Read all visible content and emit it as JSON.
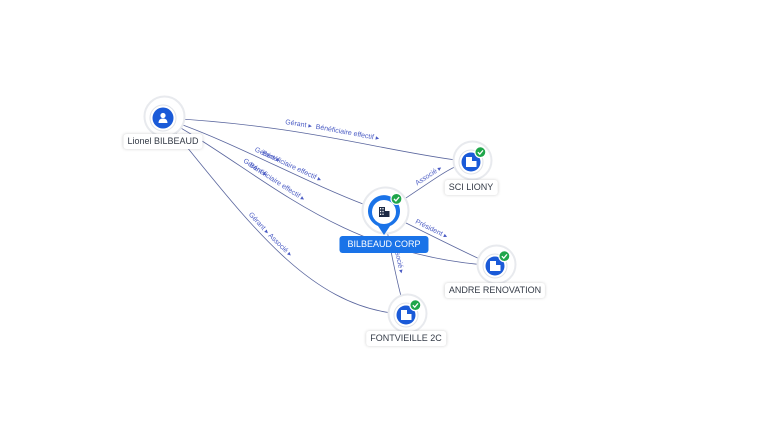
{
  "colors": {
    "edge": "#3c4a8c",
    "edge_label": "#4b5cc4",
    "node_blue": "#1a5ad8",
    "central_blue": "#1a73e8",
    "check_green": "#1fa64a",
    "halo": "#e8eaee"
  },
  "nodes": [
    {
      "id": "lionel",
      "label": "Lionel BILBEAUD",
      "kind": "person",
      "icon": "person-icon",
      "verified": false,
      "central": false
    },
    {
      "id": "bilbeaud",
      "label": "BILBEAUD CORP",
      "kind": "company",
      "icon": "building-icon",
      "verified": true,
      "central": true
    },
    {
      "id": "sciliony",
      "label": "SCI LIONY",
      "kind": "company",
      "icon": "building-icon",
      "verified": true,
      "central": false
    },
    {
      "id": "andre",
      "label": "ANDRE RENOVATION",
      "kind": "company",
      "icon": "building-icon",
      "verified": true,
      "central": false
    },
    {
      "id": "font",
      "label": "FONTVIEILLE 2C",
      "kind": "company",
      "icon": "building-icon",
      "verified": true,
      "central": false
    }
  ],
  "edges": [
    {
      "from": "lionel",
      "to": "sciliony",
      "labels": [
        "Gérant",
        "Bénéficiaire effectif"
      ]
    },
    {
      "from": "lionel",
      "to": "bilbeaud",
      "labels": [
        "Gérant",
        "Bénéficiaire effectif"
      ]
    },
    {
      "from": "lionel",
      "to": "andre",
      "labels": [
        "Gérant",
        "Bénéficiaire effectif"
      ]
    },
    {
      "from": "lionel",
      "to": "font",
      "labels": [
        "Gérant",
        "Associé"
      ]
    },
    {
      "from": "bilbeaud",
      "to": "sciliony",
      "labels": [
        "Associé"
      ]
    },
    {
      "from": "bilbeaud",
      "to": "andre",
      "labels": [
        "Président"
      ]
    },
    {
      "from": "bilbeaud",
      "to": "font",
      "labels": [
        "Associé"
      ]
    }
  ]
}
